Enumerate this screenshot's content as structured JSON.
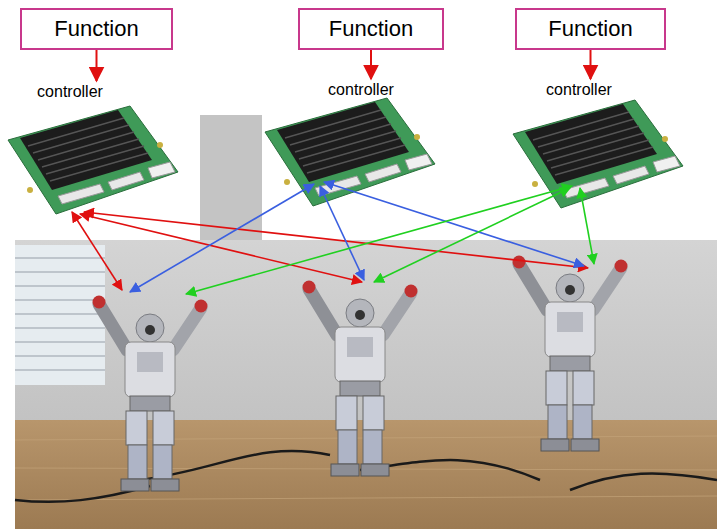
{
  "diagram": {
    "nodes": [
      {
        "text": [
          "Function"
        ]
      },
      {
        "text": [
          "Function"
        ]
      },
      {
        "text": [
          "Function"
        ]
      },
      {
        "text": [
          "controller"
        ]
      },
      {
        "text": [
          "controller"
        ]
      },
      {
        "text": [
          "controller"
        ]
      }
    ],
    "edges": [
      {
        "from": 0,
        "to": 3,
        "arrow": "to"
      },
      {
        "from": 1,
        "to": 4,
        "arrow": "to"
      },
      {
        "from": 2,
        "to": 5,
        "arrow": "to"
      }
    ]
  }
}
